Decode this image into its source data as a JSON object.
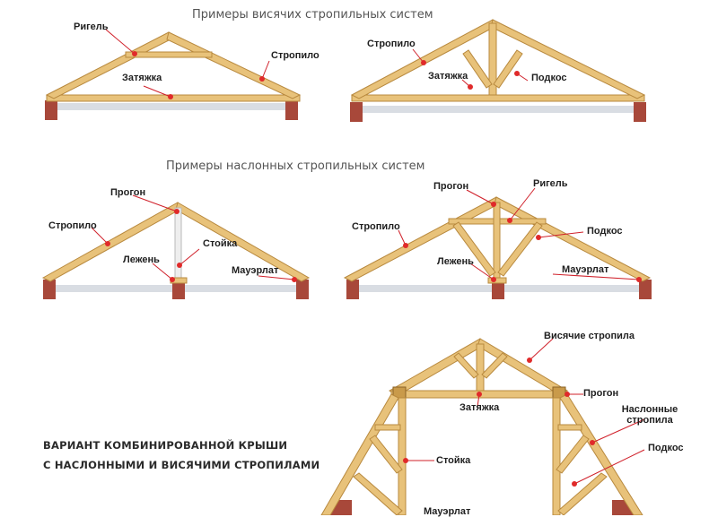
{
  "sections": {
    "hanging_title": "Примеры висячих стропильных систем",
    "layered_title": "Примеры наслонных стропильных систем"
  },
  "caption": {
    "line1": "ВАРИАНТ КОМБИНИРОВАННОЙ КРЫШИ",
    "line2": "С НАСЛОННЫМИ И ВИСЯЧИМИ СТРОПИЛАМИ"
  },
  "labels": {
    "d1": {
      "rigel": "Ригель",
      "stropilo": "Стропило",
      "zatyazhka": "Затяжка"
    },
    "d2": {
      "stropilo": "Стропило",
      "zatyazhka": "Затяжка",
      "podkos": "Подкос"
    },
    "d3": {
      "progon": "Прогон",
      "stropilo": "Стропило",
      "stoyka": "Стойка",
      "lezhen": "Лежень",
      "mauerlat": "Мауэрлат"
    },
    "d4": {
      "progon": "Прогон",
      "rigel": "Ригель",
      "stropilo": "Стропило",
      "podkos": "Подкос",
      "lezhen": "Лежень",
      "mauerlat": "Мауэрлат"
    },
    "d5": {
      "visyachie": "Висячие стропила",
      "progon": "Прогон",
      "zatyazhka": "Затяжка",
      "naslonnye": "Наслонные стропила",
      "podkos": "Подкос",
      "stoyka": "Стойка",
      "mauerlat": "Мауэрлат"
    }
  },
  "colors": {
    "timber": "#e8c27a",
    "timber_edge": "#b8893e",
    "brick": "#a8483a",
    "beam_gray": "#d9dde3",
    "callout_line": "#d0202a",
    "dot": "#e02a2a"
  }
}
